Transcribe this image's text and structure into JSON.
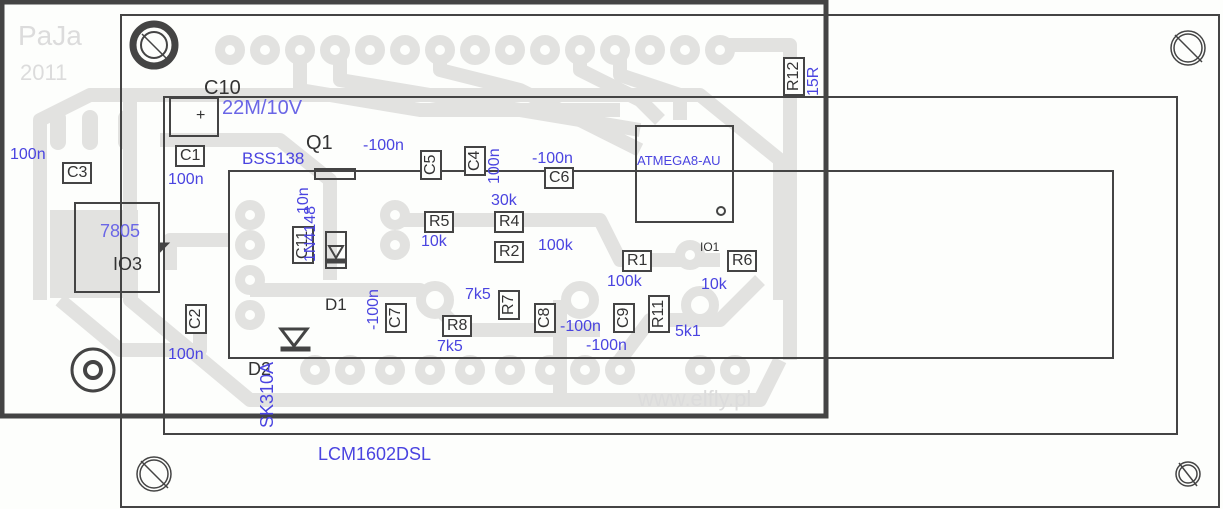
{
  "watermark": {
    "author": "PaJa",
    "year": "2011",
    "site": "www.elfly.pl"
  },
  "board": {
    "display_label": "LCM1602DSL"
  },
  "components": {
    "C10": {
      "ref": "C10",
      "value": "22M/10V",
      "polarity": "+"
    },
    "C1": {
      "ref": "C1",
      "value": "100n"
    },
    "C3": {
      "ref": "C3",
      "value": "100n"
    },
    "C2": {
      "ref": "C2",
      "value": "100n"
    },
    "Q1": {
      "ref": "Q1",
      "value": "BSS138"
    },
    "C5": {
      "ref": "C5",
      "value": "-100n"
    },
    "C4": {
      "ref": "C4",
      "value": "100n"
    },
    "C6": {
      "ref": "C6",
      "value": "-100n"
    },
    "IO1": {
      "ref": "IO1",
      "value": "ATMEGA8-AU"
    },
    "R12": {
      "ref": "R12",
      "value": "15R"
    },
    "IO3": {
      "ref": "IO3",
      "value": "7805"
    },
    "C11": {
      "ref": "C11",
      "value": "10n"
    },
    "D1": {
      "ref": "D1",
      "value": "1N4148"
    },
    "D2": {
      "ref": "D2",
      "value": "SK310A"
    },
    "R5": {
      "ref": "R5",
      "value": "10k"
    },
    "R4": {
      "ref": "R4",
      "value": "30k"
    },
    "R2": {
      "ref": "R2",
      "value": "100k"
    },
    "R1": {
      "ref": "R1",
      "value": "100k"
    },
    "R6": {
      "ref": "R6",
      "value": "10k"
    },
    "C7": {
      "ref": "C7",
      "value": "-100n"
    },
    "R8": {
      "ref": "R8",
      "value": "7k5"
    },
    "R7": {
      "ref": "R7",
      "value": "7k5"
    },
    "C8": {
      "ref": "C8",
      "value": "-100n"
    },
    "C9": {
      "ref": "C9",
      "value": "-100n"
    },
    "R11": {
      "ref": "R11",
      "value": "5k1"
    }
  },
  "colors": {
    "outline": "#444444",
    "copper": "#e2e2e0",
    "value_text": "#4a44e0",
    "background": "#fdfefc"
  }
}
